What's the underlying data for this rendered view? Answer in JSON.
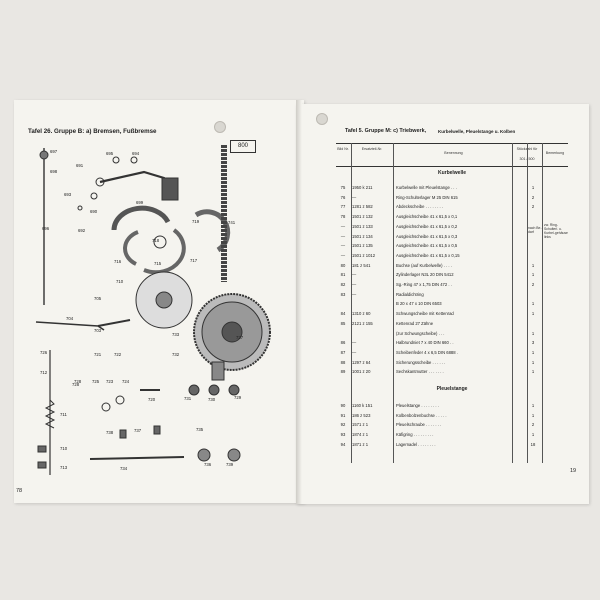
{
  "left": {
    "title": "Tafel 26. Gruppe B: a) Bremsen, Fußbremse",
    "page_box": "800",
    "page_number": "78",
    "labels": [
      "697",
      "695",
      "694",
      "691",
      "698",
      "693",
      "690",
      "692",
      "696",
      "699",
      "718",
      "716",
      "715",
      "717",
      "719",
      "741",
      "710",
      "705",
      "704",
      "703",
      "722",
      "727",
      "721",
      "733",
      "732",
      "726",
      "712",
      "728",
      "725",
      "723",
      "724",
      "720",
      "731",
      "730",
      "729",
      "711",
      "737",
      "738",
      "710",
      "713",
      "734",
      "736",
      "735",
      "739",
      "728"
    ]
  },
  "right": {
    "title": "Tafel 5. Gruppe M: c) Triebwerk,",
    "title_detail": "Kurbelwelle, Pleuelstange u. Kolben",
    "page_number": "19",
    "headers": {
      "bild": "Bild Nr.",
      "ersatzteil": "Ersatzteil-Nr.",
      "benennung": "Benennung",
      "stueck": "Stückzahl für",
      "stueck_sub": "301 / 500",
      "bemerkung": "Bemerkung"
    },
    "section1": "Kurbelwelle",
    "section2": "Pleuelstange",
    "side_note_1": "nach Be-darf",
    "side_note_2": "zw. Ring-Schulterl. u. Kurbel-gehäuse links",
    "rows1": [
      {
        "nr": "75",
        "teil": "1950 k 211",
        "name": "Kurbelwelle mit Pleuelstange . . .",
        "qty": "1"
      },
      {
        "nr": "76",
        "teil": "—",
        "name": "Ring-Schulterlager M 25 DIN 615",
        "qty": "2"
      },
      {
        "nr": "77",
        "teil": "1281 z 582",
        "name": "Abdeckscheibe . . . . . . . .",
        "qty": "2"
      },
      {
        "nr": "78",
        "teil": "1501 z 132",
        "name": "Ausgleichscheibe 41 x 61,5 x 0,1",
        "qty": ""
      },
      {
        "nr": "—",
        "teil": "1501 z 133",
        "name": "Ausgleichscheibe 41 x 61,5 x 0,2",
        "qty": ""
      },
      {
        "nr": "—",
        "teil": "1501 z 134",
        "name": "Ausgleichscheibe 41 x 61,5 x 0,3",
        "qty": ""
      },
      {
        "nr": "—",
        "teil": "1501 z 135",
        "name": "Ausgleichscheibe 41 x 61,5 x 0,5",
        "qty": ""
      },
      {
        "nr": "—",
        "teil": "1501 z 1012",
        "name": "Ausgleichscheibe 41 x 61,5 x 0,15",
        "qty": ""
      },
      {
        "nr": "80",
        "teil": "181 z 541",
        "name": "Buchse (auf Kurbelwelle) . . . .",
        "qty": "1"
      },
      {
        "nr": "81",
        "teil": "—",
        "name": "Zylinderlager N3L 20 DIN 5412",
        "qty": "1"
      },
      {
        "nr": "82",
        "teil": "—",
        "name": "Sg.-Ring 47 x 1,75 DIN 472 . .",
        "qty": "2"
      },
      {
        "nr": "83",
        "teil": "—",
        "name": "Radialdichtring",
        "qty": ""
      },
      {
        "nr": "",
        "teil": "",
        "name": "B 20 x 47 x 10 DIN 6503",
        "qty": "1"
      },
      {
        "nr": "84",
        "teil": "1310 z 60",
        "name": "Schwungscheibe mit Kettenrad",
        "qty": "1"
      },
      {
        "nr": "85",
        "teil": "2121 z 155",
        "name": "Kettenrad 27 Zähne",
        "qty": ""
      },
      {
        "nr": "",
        "teil": "",
        "name": "(zur Schwungscheibe) . . .",
        "qty": "1"
      },
      {
        "nr": "86",
        "teil": "—",
        "name": "Halbrundniet 7 x 40 DIN 660 . .",
        "qty": "3"
      },
      {
        "nr": "87",
        "teil": "—",
        "name": "Scheibenfeder 4 x 6,5 DIN 6888 .",
        "qty": "1"
      },
      {
        "nr": "88",
        "teil": "1297 z 64",
        "name": "Sicherungsscheibe . . . . . .",
        "qty": "1"
      },
      {
        "nr": "89",
        "teil": "1001 z 20",
        "name": "Sechskantmutter . . . . . . .",
        "qty": "1"
      }
    ],
    "rows2": [
      {
        "nr": "90",
        "teil": "1160 k 151",
        "name": "Pleuelstange . . . . . . . .",
        "qty": "1"
      },
      {
        "nr": "91",
        "teil": "186 z 523",
        "name": "Kolbenbolzenbuchse . . . . .",
        "qty": "1"
      },
      {
        "nr": "92",
        "teil": "1571 z 1",
        "name": "Pleuelschraube . . . . . . .",
        "qty": "2"
      },
      {
        "nr": "93",
        "teil": "1874 z 1",
        "name": "Käfigring . . . . . . . . .",
        "qty": "1"
      },
      {
        "nr": "94",
        "teil": "1871 z 1",
        "name": "Lagernadel . . . . . . . .",
        "qty": "18"
      }
    ]
  }
}
